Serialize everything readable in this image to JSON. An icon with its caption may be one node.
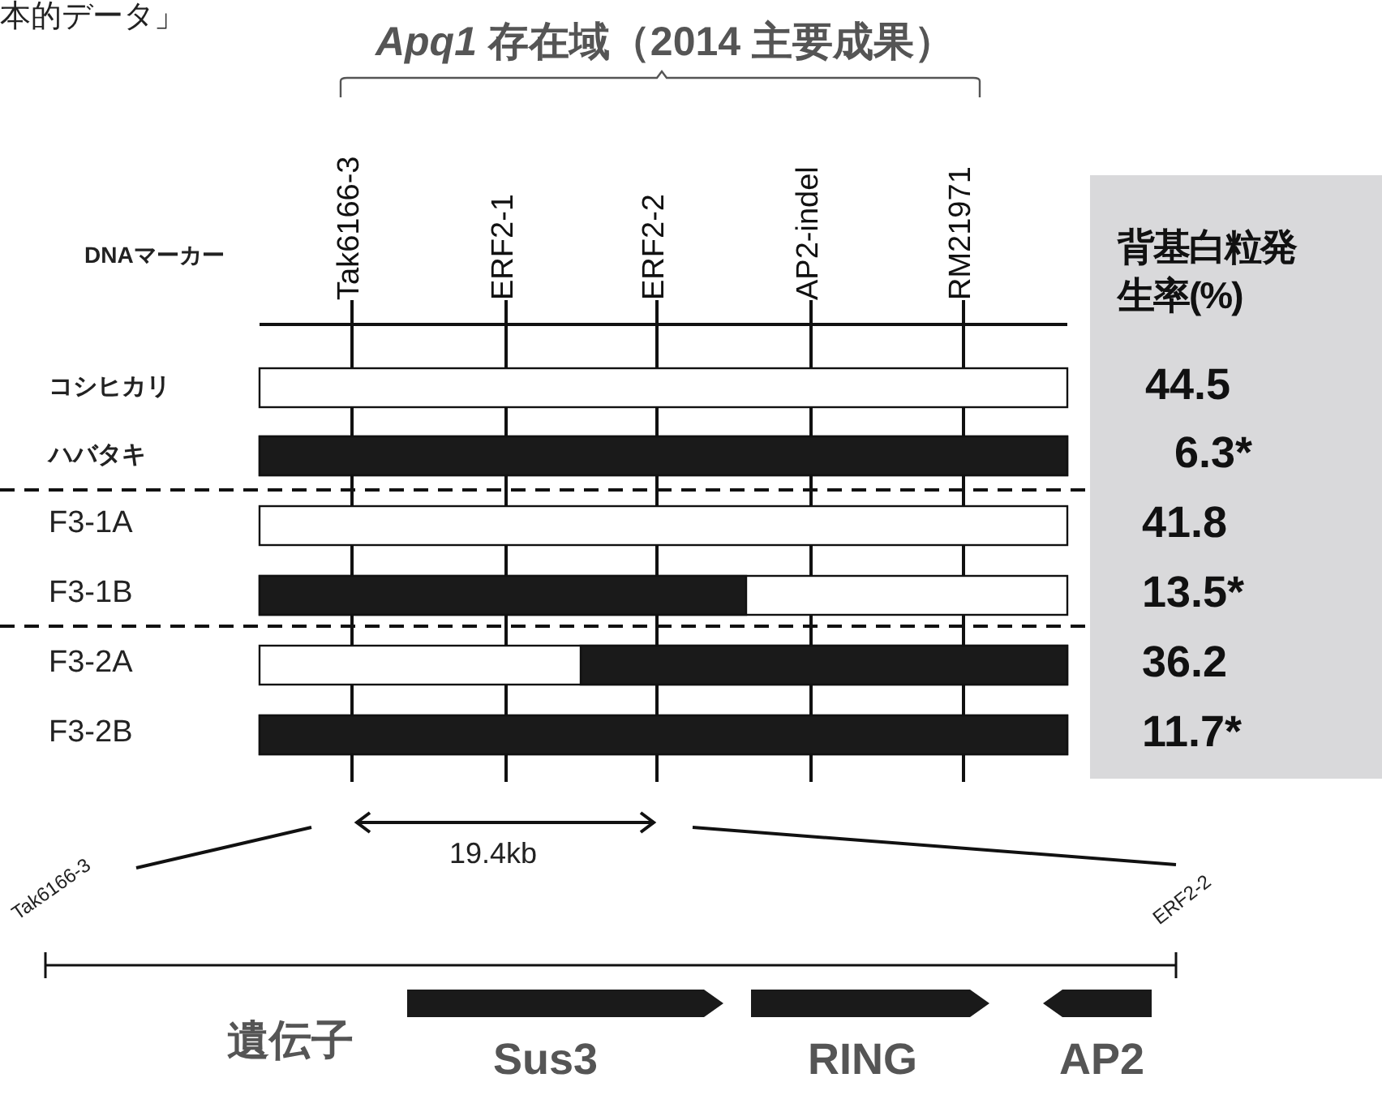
{
  "diagram": {
    "title": "*Apq1* 存在域（2014 主要成果）",
    "labels": [
      "本的データ」",
      "Tak6166-3",
      "ERF2-1",
      "ERF2-2",
      "AP2-indel",
      "RM21971",
      "DNAマーカー",
      "背基白粒発生率(%)",
      "コシヒカリ",
      "44.5",
      "ハバタキ",
      "6.3*",
      "F3-1A",
      "41.8",
      "F3-1B",
      "13.5*",
      "F3-2A",
      "36.2",
      "F3-2B",
      "11.7*",
      "19.4kb",
      "Tak6166-3",
      "ERF2-2",
      "遺伝子",
      "Sus3",
      "RING",
      "AP2"
    ]
  }
}
